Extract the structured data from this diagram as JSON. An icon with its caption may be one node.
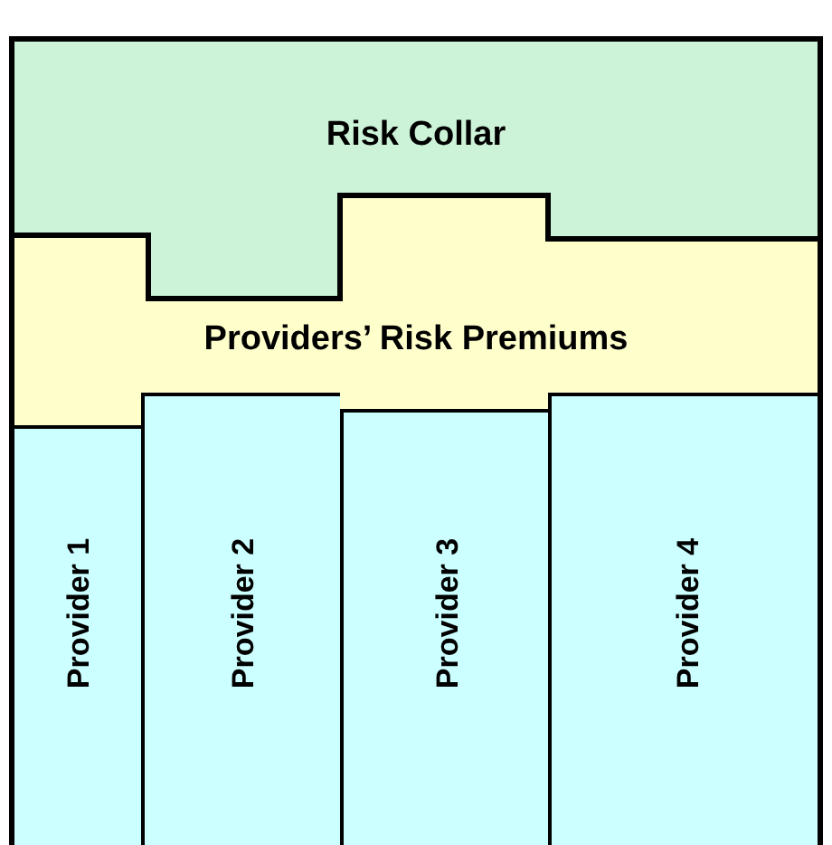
{
  "diagram": {
    "nodes": [
      {
        "text": [
          "Risk Collar"
        ]
      },
      {
        "text": [
          "Providers’ Risk Premiums"
        ]
      },
      {
        "text": [
          "Provider 1"
        ]
      },
      {
        "text": [
          "Provider 2"
        ]
      },
      {
        "text": [
          "Provider 3"
        ]
      },
      {
        "text": [
          "Provider 4"
        ]
      }
    ]
  }
}
